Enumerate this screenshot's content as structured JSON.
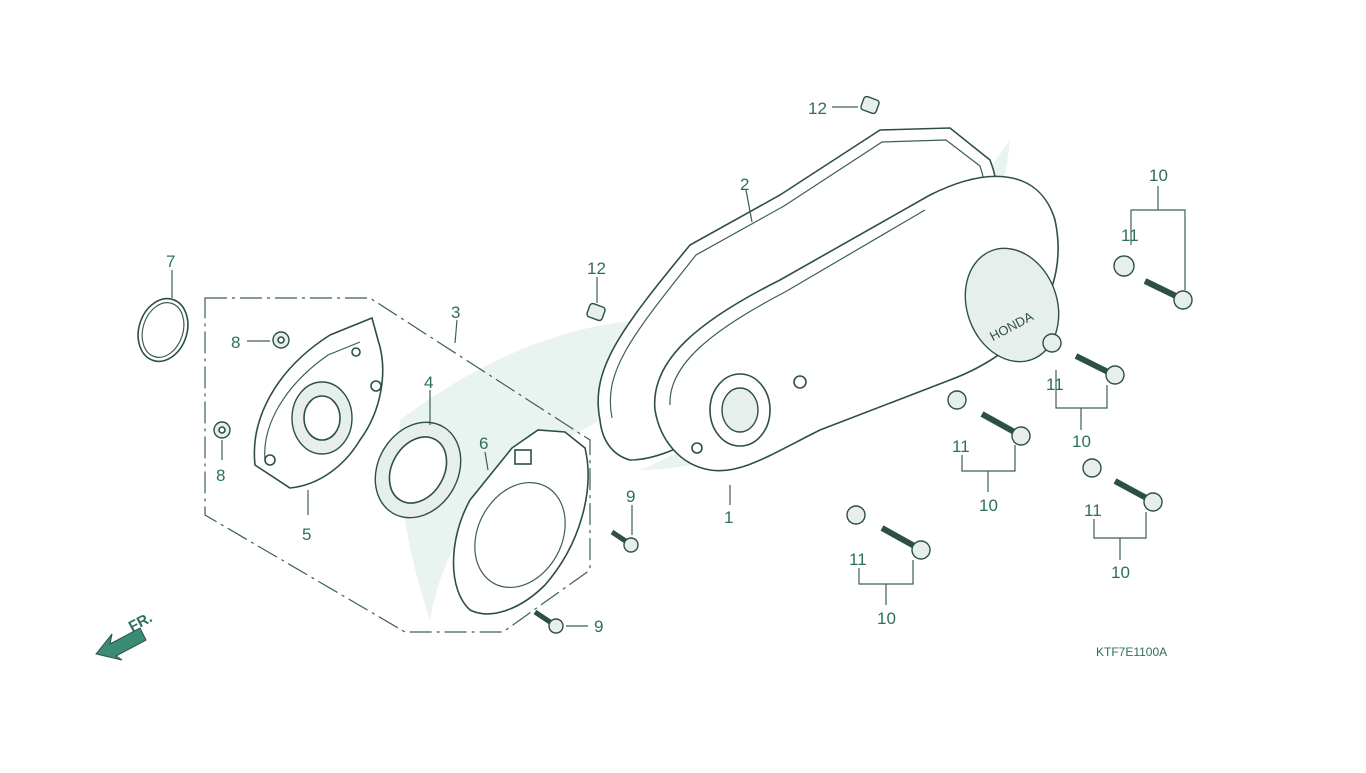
{
  "diagram": {
    "drawing_code": "KTF7E1100A",
    "direction_label": "FR.",
    "accent_color": "#2e6e60",
    "watermark_color": "#e9f3ef",
    "callouts": [
      {
        "id": "1",
        "label": "1"
      },
      {
        "id": "2",
        "label": "2"
      },
      {
        "id": "3",
        "label": "3"
      },
      {
        "id": "4",
        "label": "4"
      },
      {
        "id": "5",
        "label": "5"
      },
      {
        "id": "6",
        "label": "6"
      },
      {
        "id": "7",
        "label": "7"
      },
      {
        "id": "8a",
        "label": "8"
      },
      {
        "id": "8b",
        "label": "8"
      },
      {
        "id": "9a",
        "label": "9"
      },
      {
        "id": "9b",
        "label": "9"
      },
      {
        "id": "10a",
        "label": "10"
      },
      {
        "id": "10b",
        "label": "10"
      },
      {
        "id": "10c",
        "label": "10"
      },
      {
        "id": "10d",
        "label": "10"
      },
      {
        "id": "10e",
        "label": "10"
      },
      {
        "id": "11a",
        "label": "11"
      },
      {
        "id": "11b",
        "label": "11"
      },
      {
        "id": "11c",
        "label": "11"
      },
      {
        "id": "11d",
        "label": "11"
      },
      {
        "id": "11e",
        "label": "11"
      },
      {
        "id": "12a",
        "label": "12"
      },
      {
        "id": "12b",
        "label": "12"
      }
    ],
    "cover_emblem": "HONDA"
  }
}
